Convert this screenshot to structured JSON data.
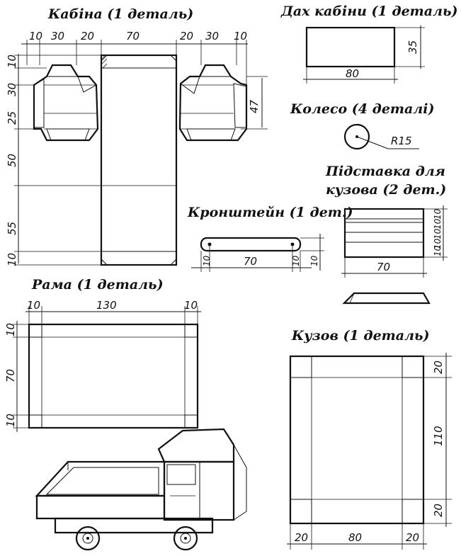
{
  "titles": {
    "cabin": "Кабіна (1 деталь)",
    "cabin_roof": "Дах кабіни (1 деталь)",
    "wheel": "Колесо (4 деталі)",
    "stand_line1": "Підставка для",
    "stand_line2": "кузова (2 дет.)",
    "bracket": "Кронштейн (1 дет.)",
    "frame": "Рама (1 деталь)",
    "body": "Кузов (1 деталь)"
  },
  "cabin_dims": {
    "top": [
      "10",
      "30",
      "20",
      "70",
      "20",
      "30",
      "10"
    ],
    "left": [
      "10",
      "30",
      "25",
      "50",
      "55",
      "10"
    ],
    "right": "47"
  },
  "roof_dims": {
    "width": "80",
    "height": "35"
  },
  "wheel_dims": {
    "radius": "R15"
  },
  "stand_dims": {
    "width": "70",
    "side": [
      "10",
      "10",
      "10",
      "10",
      "10"
    ]
  },
  "bracket_dims": {
    "left": "10",
    "middle": "70",
    "right": "10",
    "height": "10"
  },
  "frame_dims": {
    "top": [
      "10",
      "130",
      "10"
    ],
    "left": [
      "10",
      "70",
      "10"
    ]
  },
  "body_dims": {
    "bottom": [
      "20",
      "80",
      "20"
    ],
    "right": [
      "20",
      "110",
      "20"
    ]
  }
}
